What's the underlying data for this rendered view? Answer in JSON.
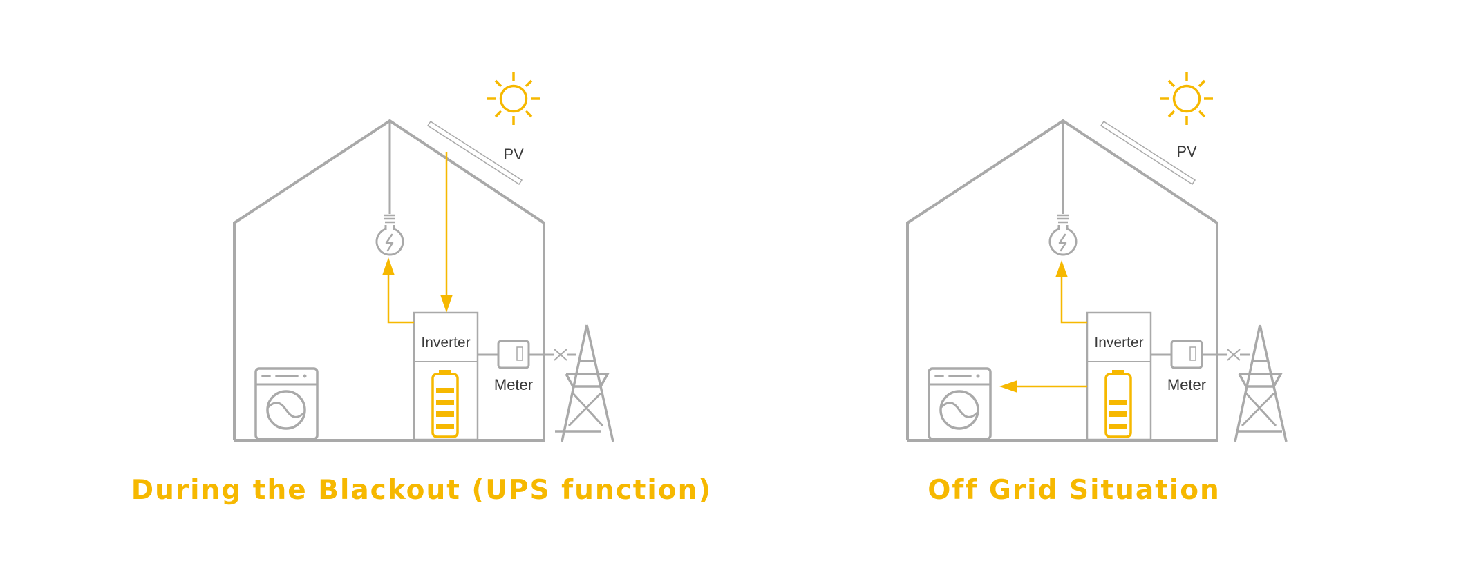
{
  "colors": {
    "accent": "#f6b800",
    "line_gray": "#a9a9a9",
    "label_text": "#3a3a3a",
    "background": "#ffffff"
  },
  "panels": [
    {
      "id": "blackout",
      "title": "During the Blackout (UPS function)",
      "labels": {
        "pv": "PV",
        "inverter": "Inverter",
        "meter": "Meter"
      },
      "icons": [
        "sun-icon",
        "pv-panel-icon",
        "light-bulb-icon",
        "washing-machine-icon",
        "battery-icon",
        "meter-icon",
        "grid-disconnected-x-icon",
        "power-tower-icon"
      ],
      "flows": [
        "pv-to-inverter",
        "inverter-to-light-bulb"
      ],
      "battery_bars": 4,
      "grid_connected": false
    },
    {
      "id": "offgrid",
      "title": "Off Grid Situation",
      "labels": {
        "pv": "PV",
        "inverter": "Inverter",
        "meter": "Meter"
      },
      "icons": [
        "sun-icon",
        "pv-panel-icon",
        "light-bulb-icon",
        "washing-machine-icon",
        "battery-icon",
        "meter-icon",
        "grid-disconnected-x-icon",
        "power-tower-icon"
      ],
      "flows": [
        "inverter-to-light-bulb",
        "battery-to-washing-machine"
      ],
      "battery_bars": 3,
      "grid_connected": false
    }
  ]
}
